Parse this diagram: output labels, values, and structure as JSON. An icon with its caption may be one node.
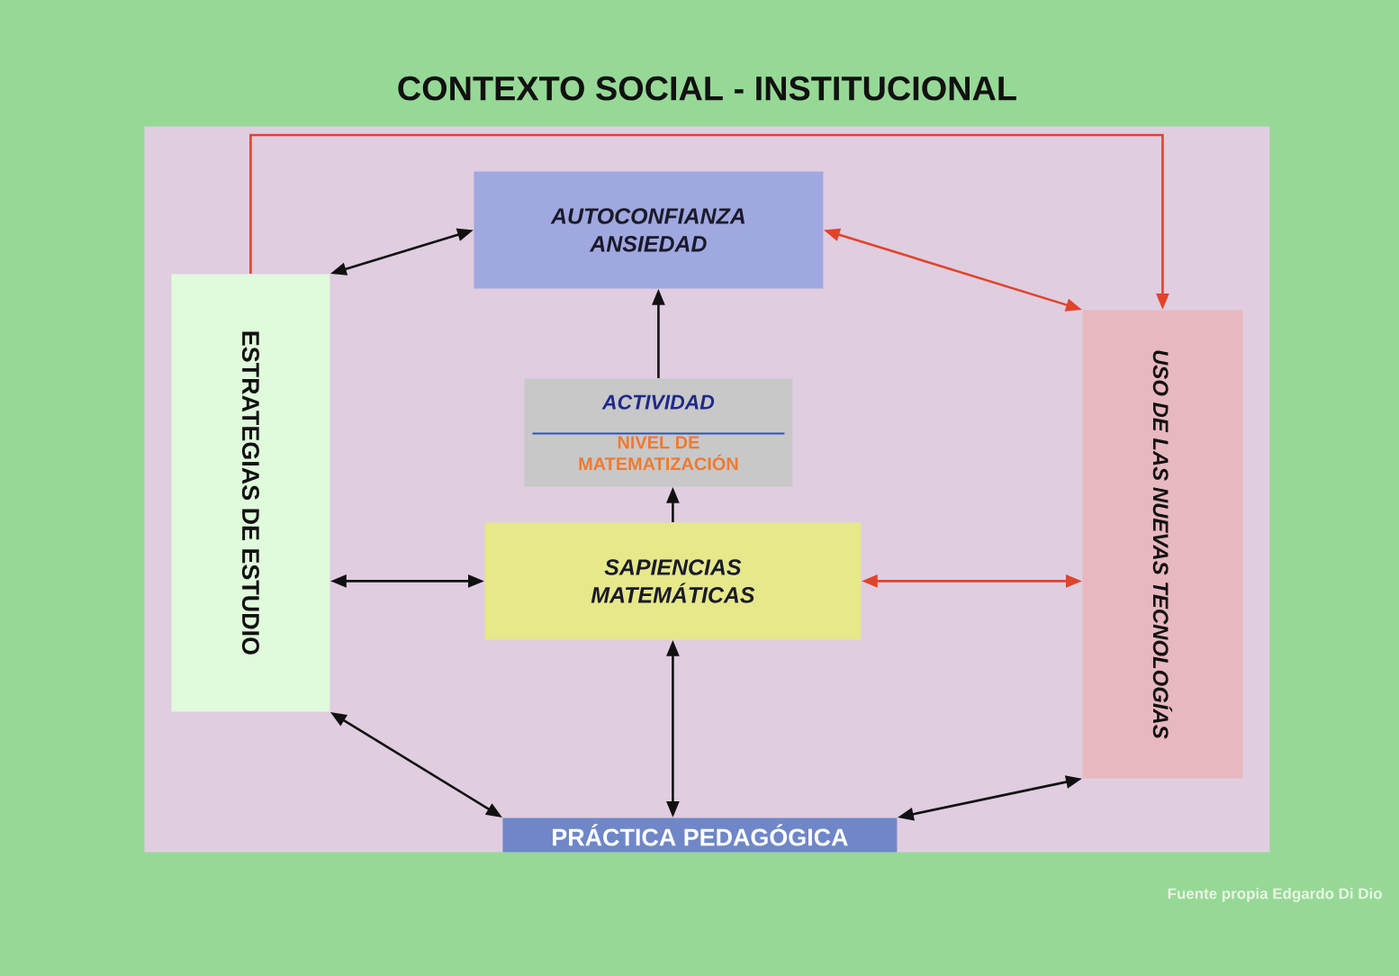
{
  "diagram": {
    "nodes": [
      {
        "text": [
          "CONTEXTO SOCIAL - INSTITUCIONAL"
        ]
      },
      {
        "text": [
          "AUTOCONFIANZA ANSIEDAD"
        ],
        "in": 0
      },
      {
        "text": [
          "ESTRATEGIAS DE ESTUDIO"
        ],
        "in": 0
      },
      {
        "text": [
          "USO DE LAS NUEVAS TECNOLOGÍAS"
        ],
        "in": 0
      },
      {
        "text": [
          "ACTIVIDAD",
          "NIVEL DE MATEMATIZACIÓN"
        ],
        "in": 0
      },
      {
        "text": [
          "SAPIENCIAS MATEMÁTICAS"
        ],
        "in": 0
      },
      {
        "text": [
          "PRÁCTICA PEDAGÓGICA"
        ],
        "in": 0
      }
    ],
    "edges": [
      {
        "from": 2,
        "to": 1,
        "arrow": "both"
      },
      {
        "from": 1,
        "to": 3,
        "arrow": "both",
        "color": "#e0442a"
      },
      {
        "from": 4,
        "to": 1,
        "arrow": "to"
      },
      {
        "from": 5,
        "to": 4,
        "arrow": "to"
      },
      {
        "from": 2,
        "to": 5,
        "arrow": "both"
      },
      {
        "from": 5,
        "to": 3,
        "arrow": "both",
        "color": "#e0442a"
      },
      {
        "from": 2,
        "to": 6,
        "arrow": "both"
      },
      {
        "from": 5,
        "to": 6,
        "arrow": "both"
      },
      {
        "from": 3,
        "to": 6,
        "arrow": "both"
      },
      {
        "from": 2,
        "to": 3,
        "arrow": "to",
        "color": "#e0442a"
      }
    ],
    "labels": [
      "Fuente propia Edgardo Di Dio"
    ]
  }
}
